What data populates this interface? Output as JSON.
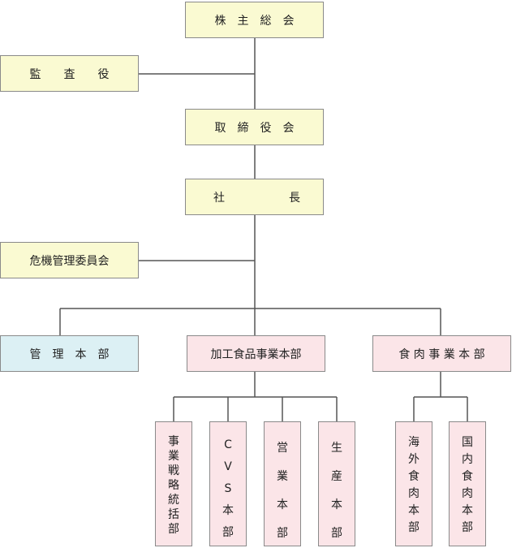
{
  "org": {
    "shareholders": "株　主　総　会",
    "auditor": "監　　査　　役",
    "board": "取　締　役　会",
    "president_left": "社",
    "president_right": "長",
    "risk": "危機管理委員会",
    "admin": "管　理　本　部",
    "processed": "加工食品事業本部",
    "meat": "食 肉 事 業 本 部",
    "sub1": [
      "事",
      "業",
      "戦",
      "略",
      "統",
      "括",
      "部"
    ],
    "sub2": [
      "C",
      "V",
      "S",
      "本",
      "部"
    ],
    "sub3": [
      "営",
      "業",
      "本",
      "部"
    ],
    "sub4": [
      "生",
      "産",
      "本",
      "部"
    ],
    "sub5": [
      "海",
      "外",
      "食",
      "肉",
      "本",
      "部"
    ],
    "sub6": [
      "国",
      "内",
      "食",
      "肉",
      "本",
      "部"
    ]
  },
  "colors": {
    "line": "#555555",
    "yellow": "#fafad2",
    "blue": "#dcf0f4",
    "pink": "#fbe5e8",
    "border": "#8a8a8a"
  }
}
